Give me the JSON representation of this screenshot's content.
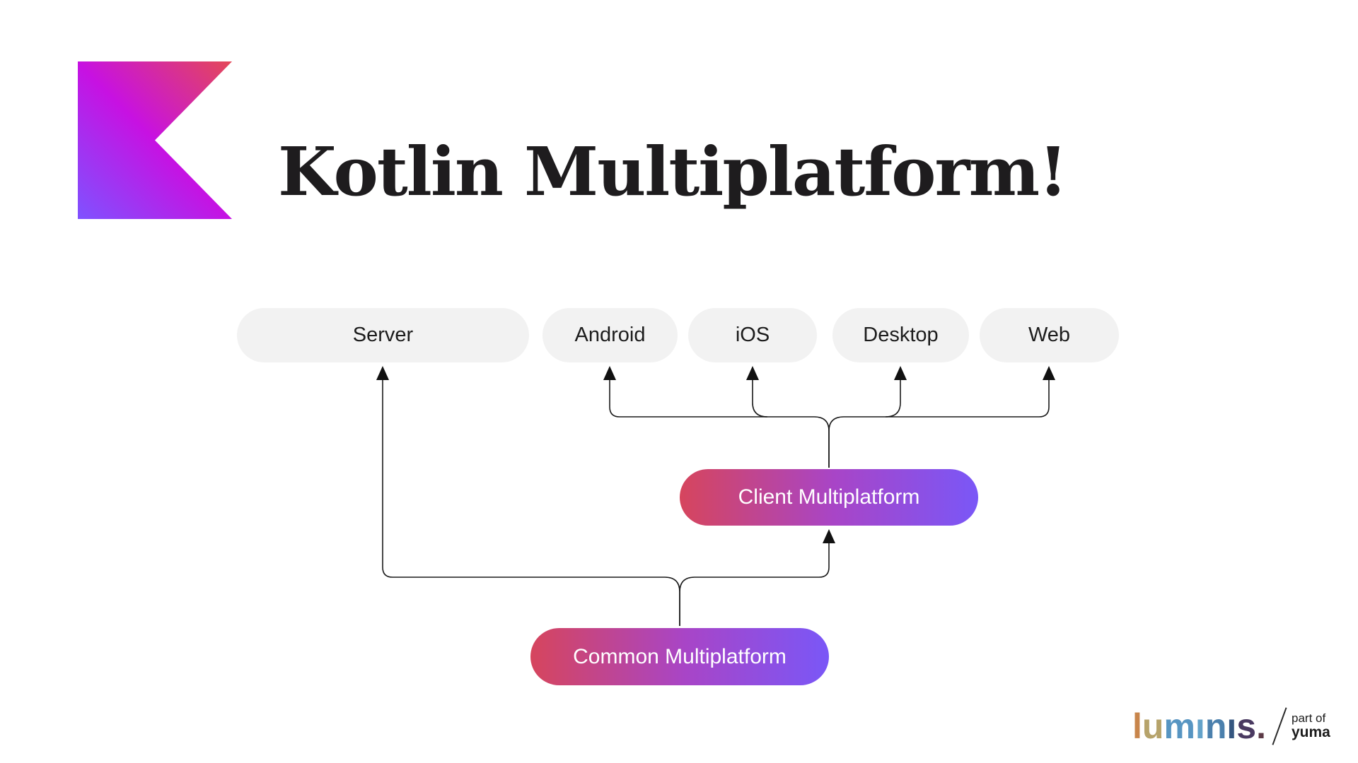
{
  "slide": {
    "title": "Kotlin Multiplatform!",
    "background": "#ffffff"
  },
  "logo": {
    "name": "kotlin-logo-mark",
    "colors": {
      "bottom_left": "#7f52ff",
      "middle": "#c711e1",
      "top_right": "#e44857"
    }
  },
  "platforms": [
    {
      "label": "Server"
    },
    {
      "label": "Android"
    },
    {
      "label": "iOS"
    },
    {
      "label": "Desktop"
    },
    {
      "label": "Web"
    }
  ],
  "nodes": {
    "client": {
      "label": "Client Multiplatform"
    },
    "common": {
      "label": "Common Multiplatform"
    }
  },
  "edges": [
    {
      "from": "Common Multiplatform",
      "to": "Server"
    },
    {
      "from": "Common Multiplatform",
      "to": "Client Multiplatform"
    },
    {
      "from": "Client Multiplatform",
      "to": "Android"
    },
    {
      "from": "Client Multiplatform",
      "to": "iOS"
    },
    {
      "from": "Client Multiplatform",
      "to": "Desktop"
    },
    {
      "from": "Client Multiplatform",
      "to": "Web"
    }
  ],
  "colors": {
    "platform_pill_bg": "#f2f2f2",
    "platform_pill_text": "#1c1c1c",
    "node_gradient_left": "#d6455d",
    "node_gradient_mid": "#a845c7",
    "node_gradient_right": "#7a57f7",
    "connector_line": "#1a1a1a"
  },
  "footer": {
    "brand_text": "lumınıs.",
    "brand_letters": [
      {
        "ch": "l",
        "color": "#c8854b"
      },
      {
        "ch": "u",
        "color": "#b6a36b"
      },
      {
        "ch": "m",
        "color": "#5795c2"
      },
      {
        "ch": "ı",
        "color": "#64a3ca"
      },
      {
        "ch": "n",
        "color": "#4b80ad"
      },
      {
        "ch": "ı",
        "color": "#355680"
      },
      {
        "ch": "s",
        "color": "#4a3a61"
      },
      {
        "ch": ".",
        "color": "#5c3a46"
      }
    ],
    "part_of": "part of",
    "parent_brand": "yuma"
  }
}
